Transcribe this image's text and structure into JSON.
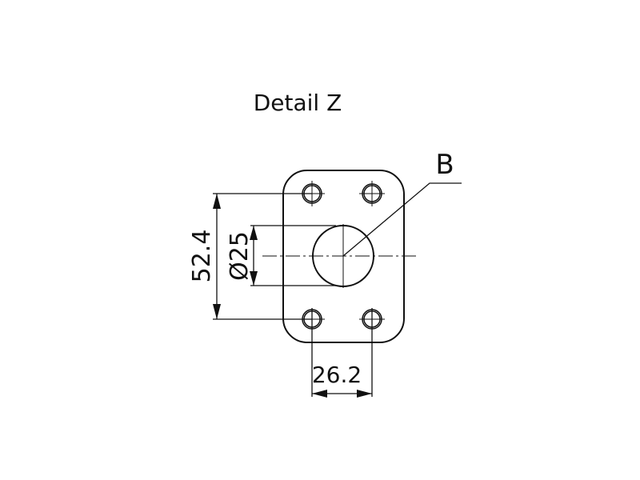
{
  "title": "Detail Z",
  "labels": {
    "reference": "B",
    "height_dim": "52.4",
    "diameter_dim": "Ø25",
    "width_dim": "26.2"
  },
  "colors": {
    "line": "#111111",
    "background": "#ffffff"
  }
}
